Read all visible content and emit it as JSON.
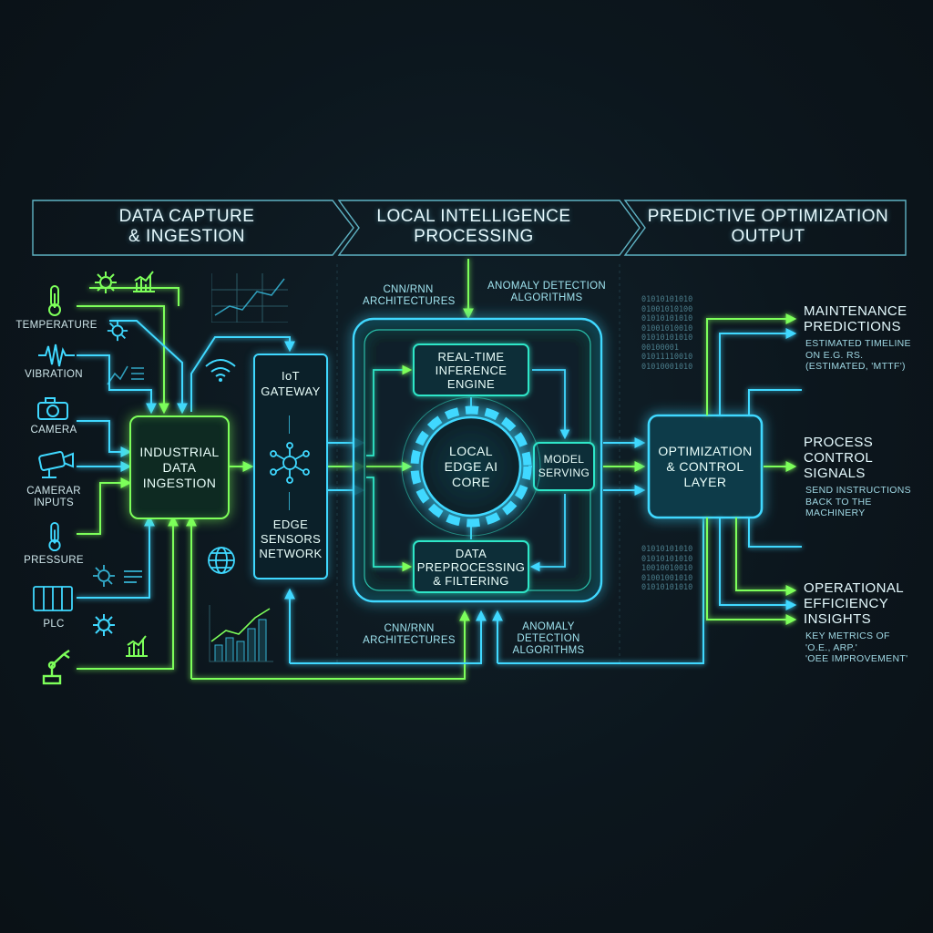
{
  "headers": [
    {
      "line1": "DATA CAPTURE",
      "line2": "& INGESTION"
    },
    {
      "line1": "LOCAL INTELLIGENCE",
      "line2": "PROCESSING"
    },
    {
      "line1": "PREDICTIVE OPTIMIZATION",
      "line2": "OUTPUT"
    }
  ],
  "inputs": {
    "temperature": "TEMPERATURE",
    "vibration": "VIBRATION",
    "camera": "CAMERA",
    "camerar_line1": "CAMERAR",
    "camerar_line2": "INPUTS",
    "pressure": "PRESSURE",
    "plc": "PLC"
  },
  "ingestion": {
    "line1": "INDUSTRIAL",
    "line2": "DATA",
    "line3": "INGESTION"
  },
  "gateway": {
    "top_line1": "IoT",
    "top_line2": "GATEWAY",
    "bottom_line1": "EDGE",
    "bottom_line2": "SENSORS",
    "bottom_line3": "NETWORK"
  },
  "processing": {
    "note_top_left_1": "CNN/RNN",
    "note_top_left_2": "ARCHITECTURES",
    "note_top_right_1": "ANOMALY DETECTION",
    "note_top_right_2": "ALGORITHMS",
    "inference_1": "REAL-TIME",
    "inference_2": "INFERENCE",
    "inference_3": "ENGINE",
    "core_1": "LOCAL",
    "core_2": "EDGE AI",
    "core_3": "CORE",
    "serving_1": "MODEL",
    "serving_2": "SERVING",
    "prep_1": "DATA",
    "prep_2": "PREPROCESSING",
    "prep_3": "& FILTERING",
    "note_bottom_left_1": "CNN/RNN",
    "note_bottom_left_2": "ARCHITECTURES",
    "note_bottom_right_1": "ANOMALY",
    "note_bottom_right_2": "DETECTION",
    "note_bottom_right_3": "ALGORITHMS"
  },
  "optimization": {
    "line1": "OPTIMIZATION",
    "line2": "& CONTROL",
    "line3": "LAYER"
  },
  "outputs": [
    {
      "title_1": "MAINTENANCE",
      "title_2": "PREDICTIONS",
      "desc_1": "ESTIMATED TIMELINE",
      "desc_2": "ON E.G. RS.",
      "desc_3": "(ESTIMATED, 'MTTF')"
    },
    {
      "title_1": "PROCESS",
      "title_2": "CONTROL",
      "title_3": "SIGNALS",
      "desc_1": "SEND INSTRUCTIONS",
      "desc_2": "BACK TO THE",
      "desc_3": "MACHINERY"
    },
    {
      "title_1": "OPERATIONAL",
      "title_2": "EFFICIENCY",
      "title_3": "INSIGHTS",
      "desc_1": "KEY METRICS OF",
      "desc_2": "'O.E., ARP.'",
      "desc_3": "'OEE IMPROVEMENT'"
    }
  ],
  "binary_top": "01010101010\n01001010100\n01010101010\n01001010010\n01010101010\n00100001\n01011110010\n01010001010",
  "binary_bottom": "01010101010\n01010101010\n10010010010\n01001001010\n01010101010",
  "colors": {
    "cyan": "#3fd8ff",
    "green": "#7dff5a",
    "teal": "#2fe6c8",
    "background": "#0b1217"
  },
  "icons": [
    "thermometer-icon",
    "waveform-icon",
    "camera-icon",
    "video-camera-icon",
    "thermometer-icon",
    "plc-rack-icon",
    "robot-arm-icon",
    "gear-icon",
    "bar-chart-icon",
    "wifi-icon",
    "globe-icon",
    "network-node-icon",
    "line-chart-icon"
  ]
}
